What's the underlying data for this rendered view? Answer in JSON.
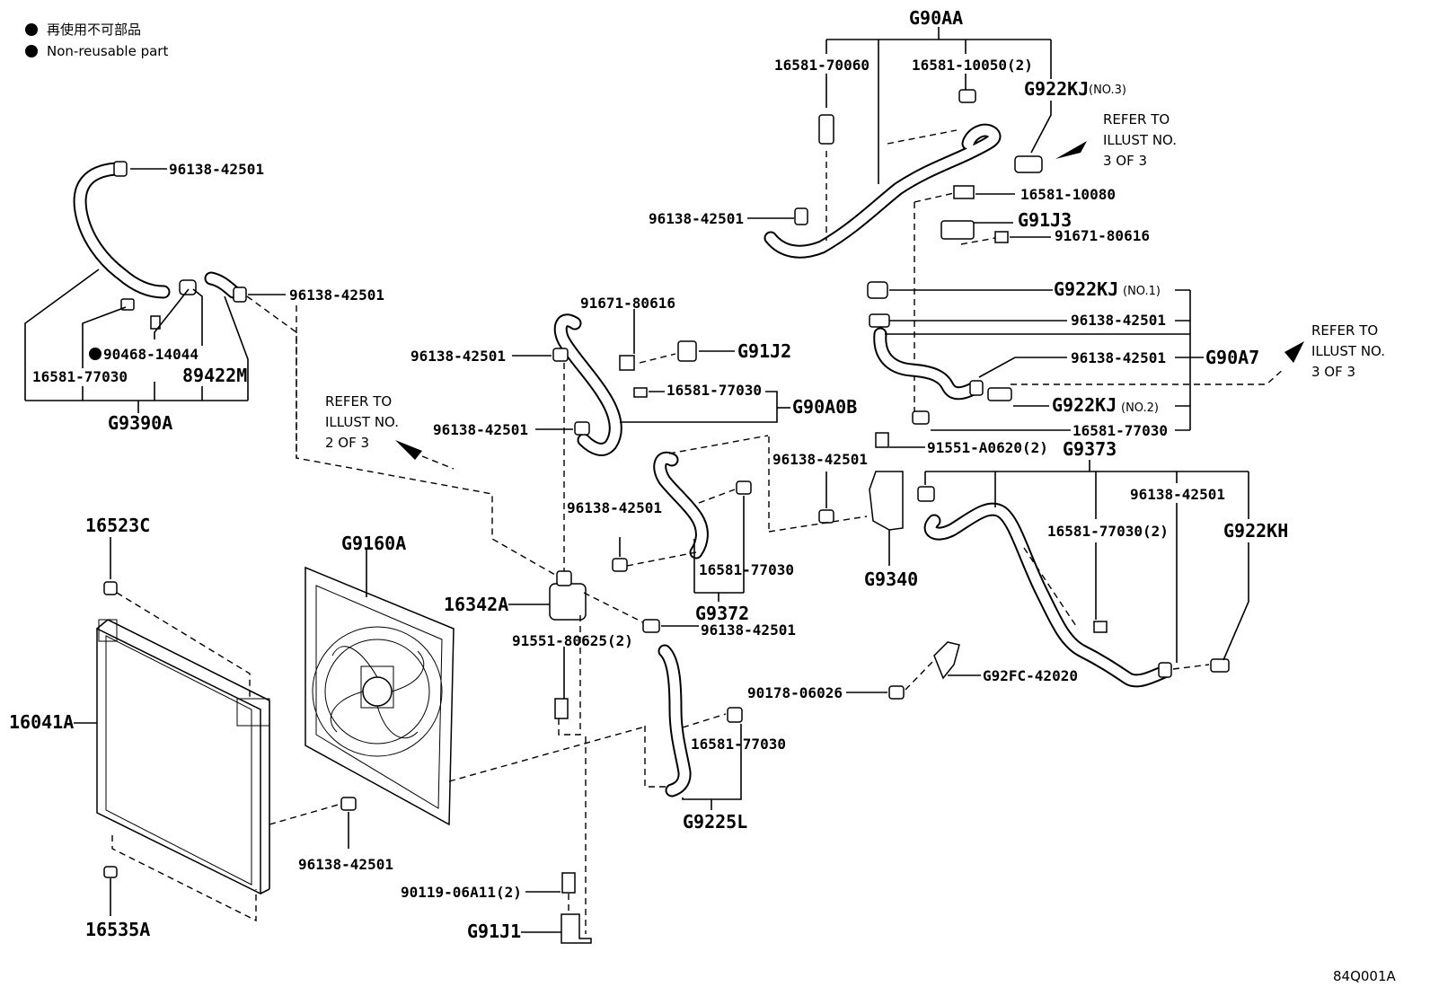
{
  "legend": [
    {
      "text": "再使用不可部品"
    },
    {
      "text": "Non-reusable part"
    }
  ],
  "diagram_code": "84Q001A",
  "notes": {
    "refer_2of3": [
      "REFER TO",
      "ILLUST NO.",
      "2 OF 3"
    ],
    "refer_3of3_top": [
      "REFER TO",
      "ILLUST NO.",
      "3 OF 3"
    ],
    "refer_3of3_mid": [
      "REFER TO",
      "ILLUST NO.",
      "3 OF 3"
    ]
  },
  "labels": {
    "g90aa": "G90AA",
    "p16581_70060": "16581-70060",
    "p16581_10050_2": "16581-10050(2)",
    "g922kj_no3": "G922KJ",
    "no3": "(NO.3)",
    "p96138_a": "96138-42501",
    "p16581_10080": "16581-10080",
    "g91j3": "G91J3",
    "p91671_a": "91671-80616",
    "g922kj_no1": "G922KJ",
    "no1": "(NO.1)",
    "p96138_b": "96138-42501",
    "p96138_c": "96138-42501",
    "g90a7": "G90A7",
    "g922kj_no2": "G922KJ",
    "no2": "(NO.2)",
    "p16581_d": "16581-77030",
    "p96138_e": "96138-42501",
    "p96138_f": "96138-42501",
    "p90468": "90468-14044",
    "p16581_g": "16581-77030",
    "p89422m": "89422M",
    "g9390a": "G9390A",
    "p91671_b": "91671-80616",
    "p96138_h": "96138-42501",
    "g91j2": "G91J2",
    "p16581_i": "16581-77030",
    "g90a0b": "G90A0B",
    "p96138_j": "96138-42501",
    "p91551_a0620": "91551-A0620(2)",
    "g9373": "G9373",
    "p96138_k": "96138-42501",
    "p96138_l": "96138-42501",
    "p96138_m": "96138-42501",
    "p16581_n": "16581-77030(2)",
    "g922kh": "G922KH",
    "g9340": "G9340",
    "p16581_o": "16581-77030",
    "g9372": "G9372",
    "p16523c": "16523C",
    "g9160a": "G9160A",
    "p16342a": "16342A",
    "p96138_p": "96138-42501",
    "p91551_80625": "91551-80625(2)",
    "p90178": "90178-06026",
    "g92fc": "G92FC-42020",
    "p16041a": "16041A",
    "p16581_q": "16581-77030",
    "g9225l": "G9225L",
    "p96138_r": "96138-42501",
    "p90119": "90119-06A11(2)",
    "p16535a": "16535A",
    "g91j1": "G91J1"
  }
}
